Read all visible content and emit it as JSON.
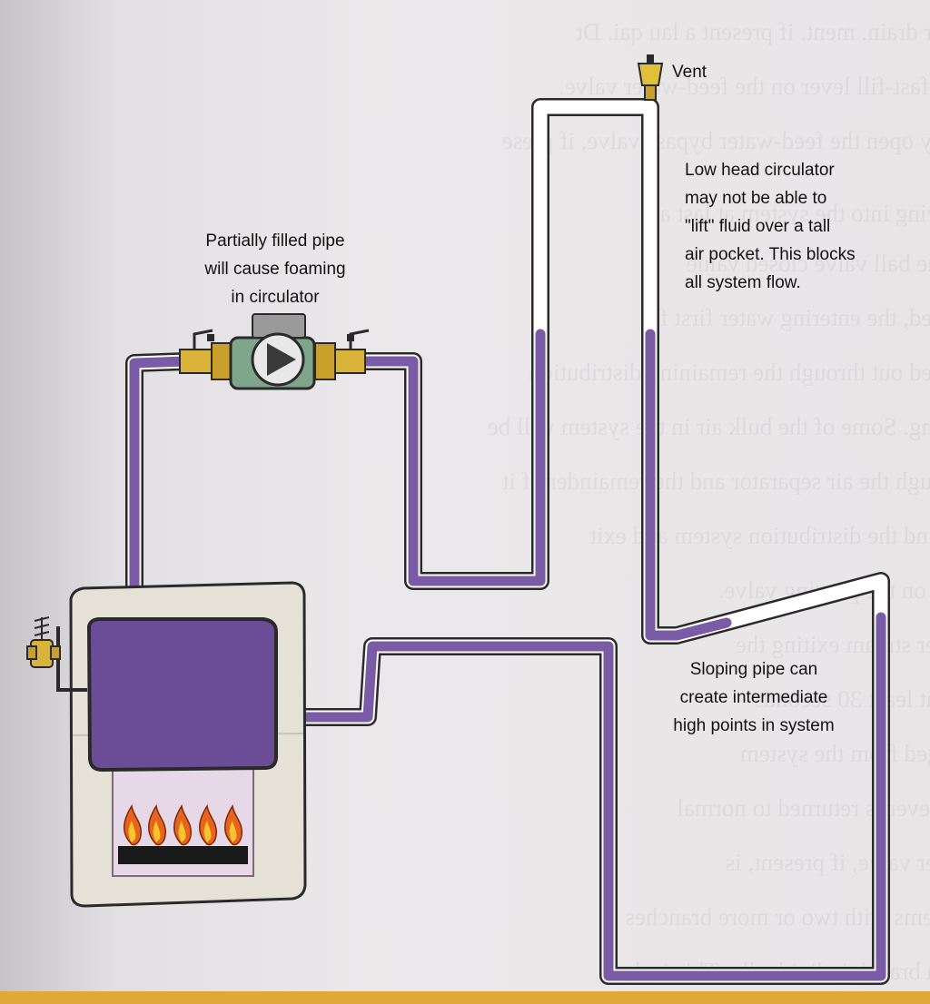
{
  "labels": {
    "vent": "Vent",
    "partial_fill": [
      "Partially filled pipe",
      "will cause foaming",
      "in circulator"
    ],
    "low_head": [
      "Low head circulator",
      "may not be able to",
      "\"lift\" fluid over a tall",
      "air pocket.  This blocks",
      "all system flow."
    ],
    "sloping": [
      "Sloping pipe can",
      "create intermediate",
      "high points in system"
    ]
  },
  "colors": {
    "fluid": "#7a5ba6",
    "fluid_dark": "#3b2a55",
    "pipe_wall": "#ffffff",
    "pipe_edge": "#2a2a2a",
    "boiler_panel": "#e6e1d6",
    "brass": "#d9b33a",
    "pump_body": "#7fa58a",
    "flame": "#e8631c"
  }
}
